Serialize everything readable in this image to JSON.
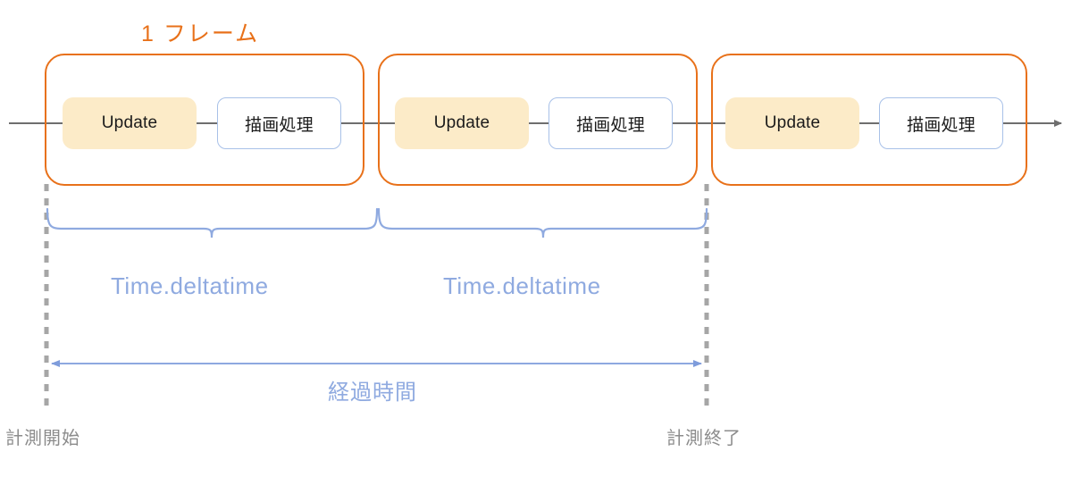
{
  "diagram": {
    "title_frame": "1 フレーム",
    "frames": [
      {
        "update_label": "Update",
        "draw_label": "描画処理"
      },
      {
        "update_label": "Update",
        "draw_label": "描画処理"
      },
      {
        "update_label": "Update",
        "draw_label": "描画処理"
      }
    ],
    "delta_labels": [
      "Time.deltatime",
      "Time.deltatime"
    ],
    "elapsed_label": "経過時間",
    "markers": {
      "start": "計測開始",
      "end": "計測終了"
    },
    "colors": {
      "frame_border": "#E8711A",
      "frame_title": "#E8711A",
      "update_fill": "#FCEBC8",
      "draw_border": "#A8C1E8",
      "brace": "#8FAAE0",
      "accent_blue": "#8FAAE0",
      "timeline": "#7F7F7F",
      "dashed_marker": "#A6A6A6",
      "marker_text": "#8C8C8C"
    }
  }
}
